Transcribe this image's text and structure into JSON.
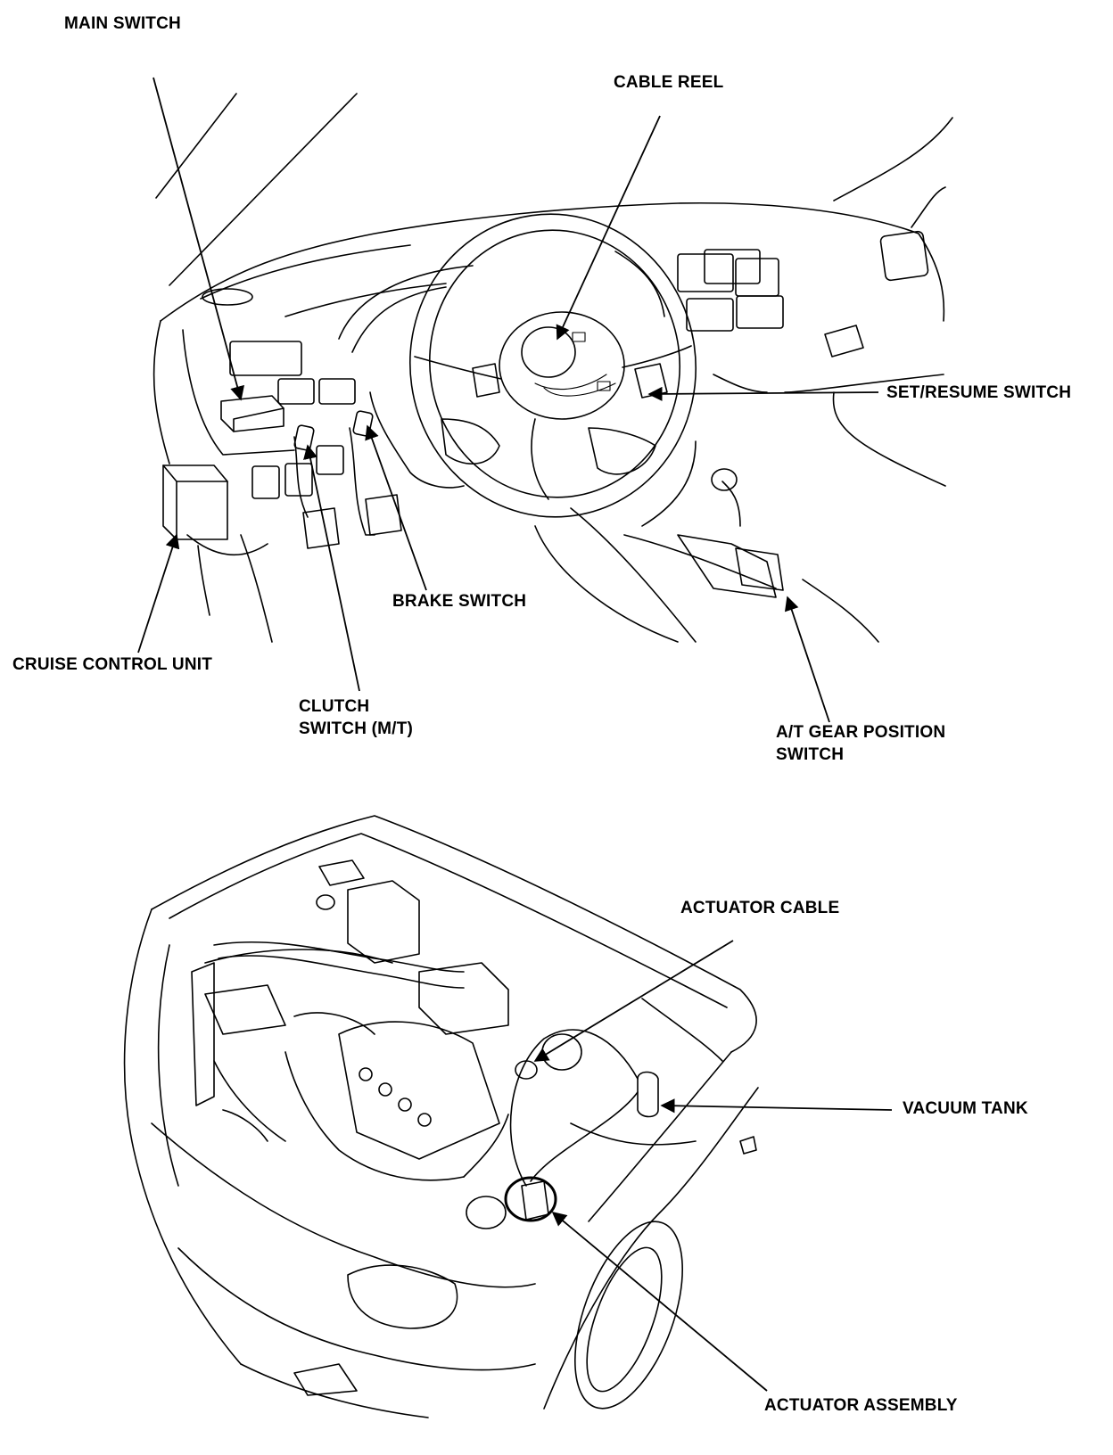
{
  "labels": {
    "main_switch": "MAIN SWITCH",
    "cable_reel": "CABLE REEL",
    "set_resume_switch": "SET/RESUME SWITCH",
    "brake_switch": "BRAKE SWITCH",
    "cruise_control_unit": "CRUISE CONTROL UNIT",
    "clutch_switch": "CLUTCH\nSWITCH (M/T)",
    "at_gear_position_switch": "A/T GEAR POSITION\nSWITCH",
    "actuator_cable": "ACTUATOR CABLE",
    "vacuum_tank": "VACUUM TANK",
    "actuator_assembly": "ACTUATOR ASSEMBLY"
  },
  "colors": {
    "ink": "#000000",
    "paper": "#ffffff"
  }
}
